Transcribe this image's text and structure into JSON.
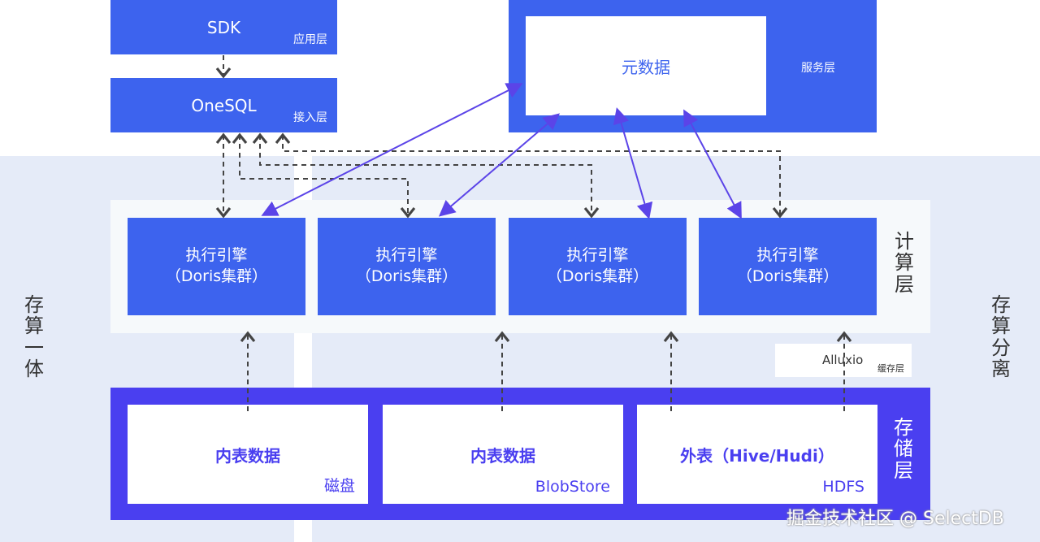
{
  "top": {
    "sdk": {
      "label": "SDK",
      "layer": "应用层"
    },
    "onesql": {
      "label": "OneSQL",
      "layer": "接入层"
    },
    "service": {
      "meta": "元数据",
      "layer": "服务层"
    }
  },
  "compute": {
    "engines": [
      {
        "line1": "执行引擎",
        "line2": "（Doris集群）"
      },
      {
        "line1": "执行引擎",
        "line2": "（Doris集群）"
      },
      {
        "line1": "执行引擎",
        "line2": "（Doris集群）"
      },
      {
        "line1": "执行引擎",
        "line2": "（Doris集群）"
      }
    ],
    "layer_chars": [
      "计",
      "算",
      "层"
    ]
  },
  "alluxio": {
    "label": "Alluxio",
    "layer": "缓存层"
  },
  "storage": {
    "items": [
      {
        "title": "内表数据",
        "sub": "磁盘"
      },
      {
        "title": "内表数据",
        "sub": "BlobStore"
      },
      {
        "title": "外表（Hive/Hudi）",
        "sub": "HDFS"
      }
    ],
    "layer_chars": [
      "存",
      "储",
      "层"
    ]
  },
  "side": {
    "left_chars": [
      "存",
      "算",
      "一",
      "体"
    ],
    "right_chars": [
      "存",
      "算",
      "分",
      "离"
    ]
  },
  "watermark": "掘金技术社区 @ SelectDB",
  "colors": {
    "blue": "#3d63ee",
    "purple": "#4a3ff0",
    "panel": "#e5ebf8",
    "arrow_solid": "#5b44e8",
    "arrow_dashed": "#444444"
  }
}
